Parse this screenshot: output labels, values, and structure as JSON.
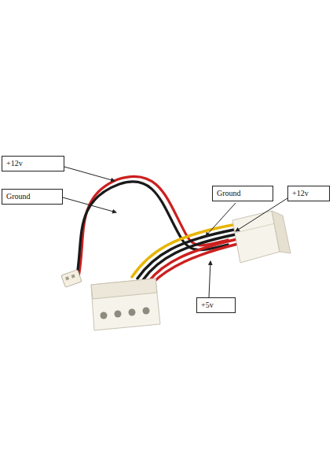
{
  "diagram": {
    "nodes": [
      {
        "text": [
          "+12v"
        ]
      },
      {
        "text": [
          "Ground"
        ]
      },
      {
        "text": [
          "Ground"
        ]
      },
      {
        "text": [
          "+12v"
        ]
      },
      {
        "text": [
          "+5v"
        ]
      }
    ]
  }
}
